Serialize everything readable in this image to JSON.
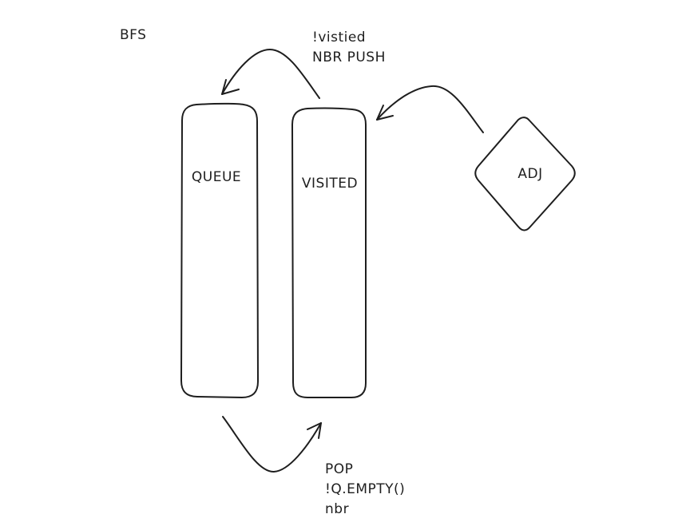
{
  "diagram": {
    "title": "BFS",
    "nodes": {
      "queue": {
        "label": "QUEUE",
        "shape": "rounded-rectangle"
      },
      "visited": {
        "label": "VISITED",
        "shape": "rounded-rectangle"
      },
      "adj": {
        "label": "ADJ",
        "shape": "diamond"
      }
    },
    "edges": [
      {
        "from": "visited",
        "to": "queue",
        "label_lines": [
          "!vistied",
          "NBR PUSH"
        ]
      },
      {
        "from": "adj",
        "to": "visited",
        "label_lines": []
      },
      {
        "from": "queue",
        "to": "visited",
        "label_lines": [
          "POP",
          "!Q.EMPTY()",
          "nbr"
        ]
      }
    ],
    "stroke_color": "#1e1e1e",
    "background_color": "#ffffff"
  }
}
